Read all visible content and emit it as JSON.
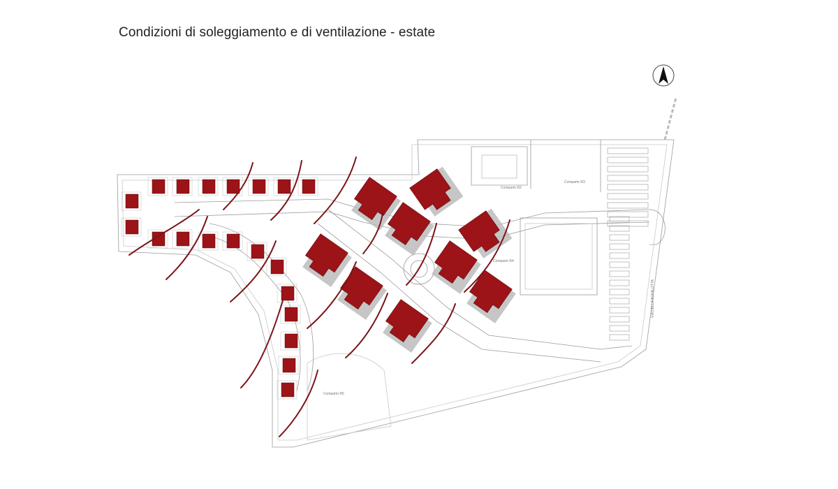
{
  "title": "Condizioni di soleggiamento e di ventilazione - estate",
  "north_arrow": {
    "icon": "north-arrow-icon"
  },
  "labels": {
    "comparto_top1": "Comparto R2",
    "comparto_top2": "Comparto R3",
    "comparto_mid": "Comparto R4",
    "comparto_bottom": "Comparto R5",
    "street": "VIA DELLA BUFALOTTA"
  },
  "colors": {
    "building_fill": "#9c1318",
    "building_shadow": "#b9b9b9",
    "wind_line": "#7a1418",
    "plan_lines": "#9a9a9a"
  }
}
